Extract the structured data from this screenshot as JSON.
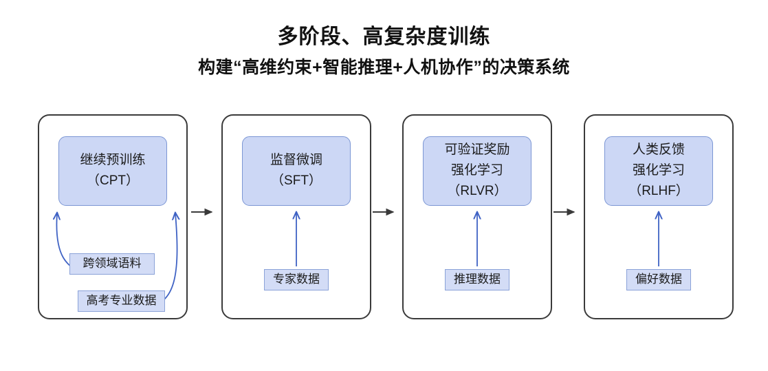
{
  "title": {
    "main": "多阶段、高复杂度训练",
    "sub": "构建“高维约束+智能推理+人机协作”的决策系统"
  },
  "colors": {
    "node_fill": "#ccd7f5",
    "node_border": "#7b96d4",
    "chip_fill": "#d3dcf6",
    "chip_border": "#8aa2d8",
    "arrow_blue": "#3f62c4",
    "connector_gray": "#3a3a3a",
    "container_border": "#3a3a3a",
    "background": "#ffffff",
    "text": "#1b1b1b"
  },
  "connectors": [
    {
      "name": "arrow-stage1-to-stage2",
      "glyph": "→"
    },
    {
      "name": "arrow-stage2-to-stage3",
      "glyph": "→"
    },
    {
      "name": "arrow-stage3-to-stage4",
      "glyph": "→"
    }
  ],
  "stages": [
    {
      "id": "cpt",
      "node": {
        "line1": "继续预训练",
        "line2": "（CPT）",
        "line3": ""
      },
      "inputs": [
        {
          "label": "跨领域语料",
          "arrow": "curved-up-left"
        },
        {
          "label": "高考专业数据",
          "arrow": "curved-up-right"
        }
      ]
    },
    {
      "id": "sft",
      "node": {
        "line1": "监督微调",
        "line2": "（SFT）",
        "line3": ""
      },
      "inputs": [
        {
          "label": "专家数据",
          "arrow": "straight-up"
        }
      ]
    },
    {
      "id": "rlvr",
      "node": {
        "line1": "可验证奖励",
        "line2": "强化学习",
        "line3": "（RLVR）"
      },
      "inputs": [
        {
          "label": "推理数据",
          "arrow": "straight-up"
        }
      ]
    },
    {
      "id": "rlhf",
      "node": {
        "line1": "人类反馈",
        "line2": "强化学习",
        "line3": "（RLHF）"
      },
      "inputs": [
        {
          "label": "偏好数据",
          "arrow": "straight-up"
        }
      ]
    }
  ]
}
